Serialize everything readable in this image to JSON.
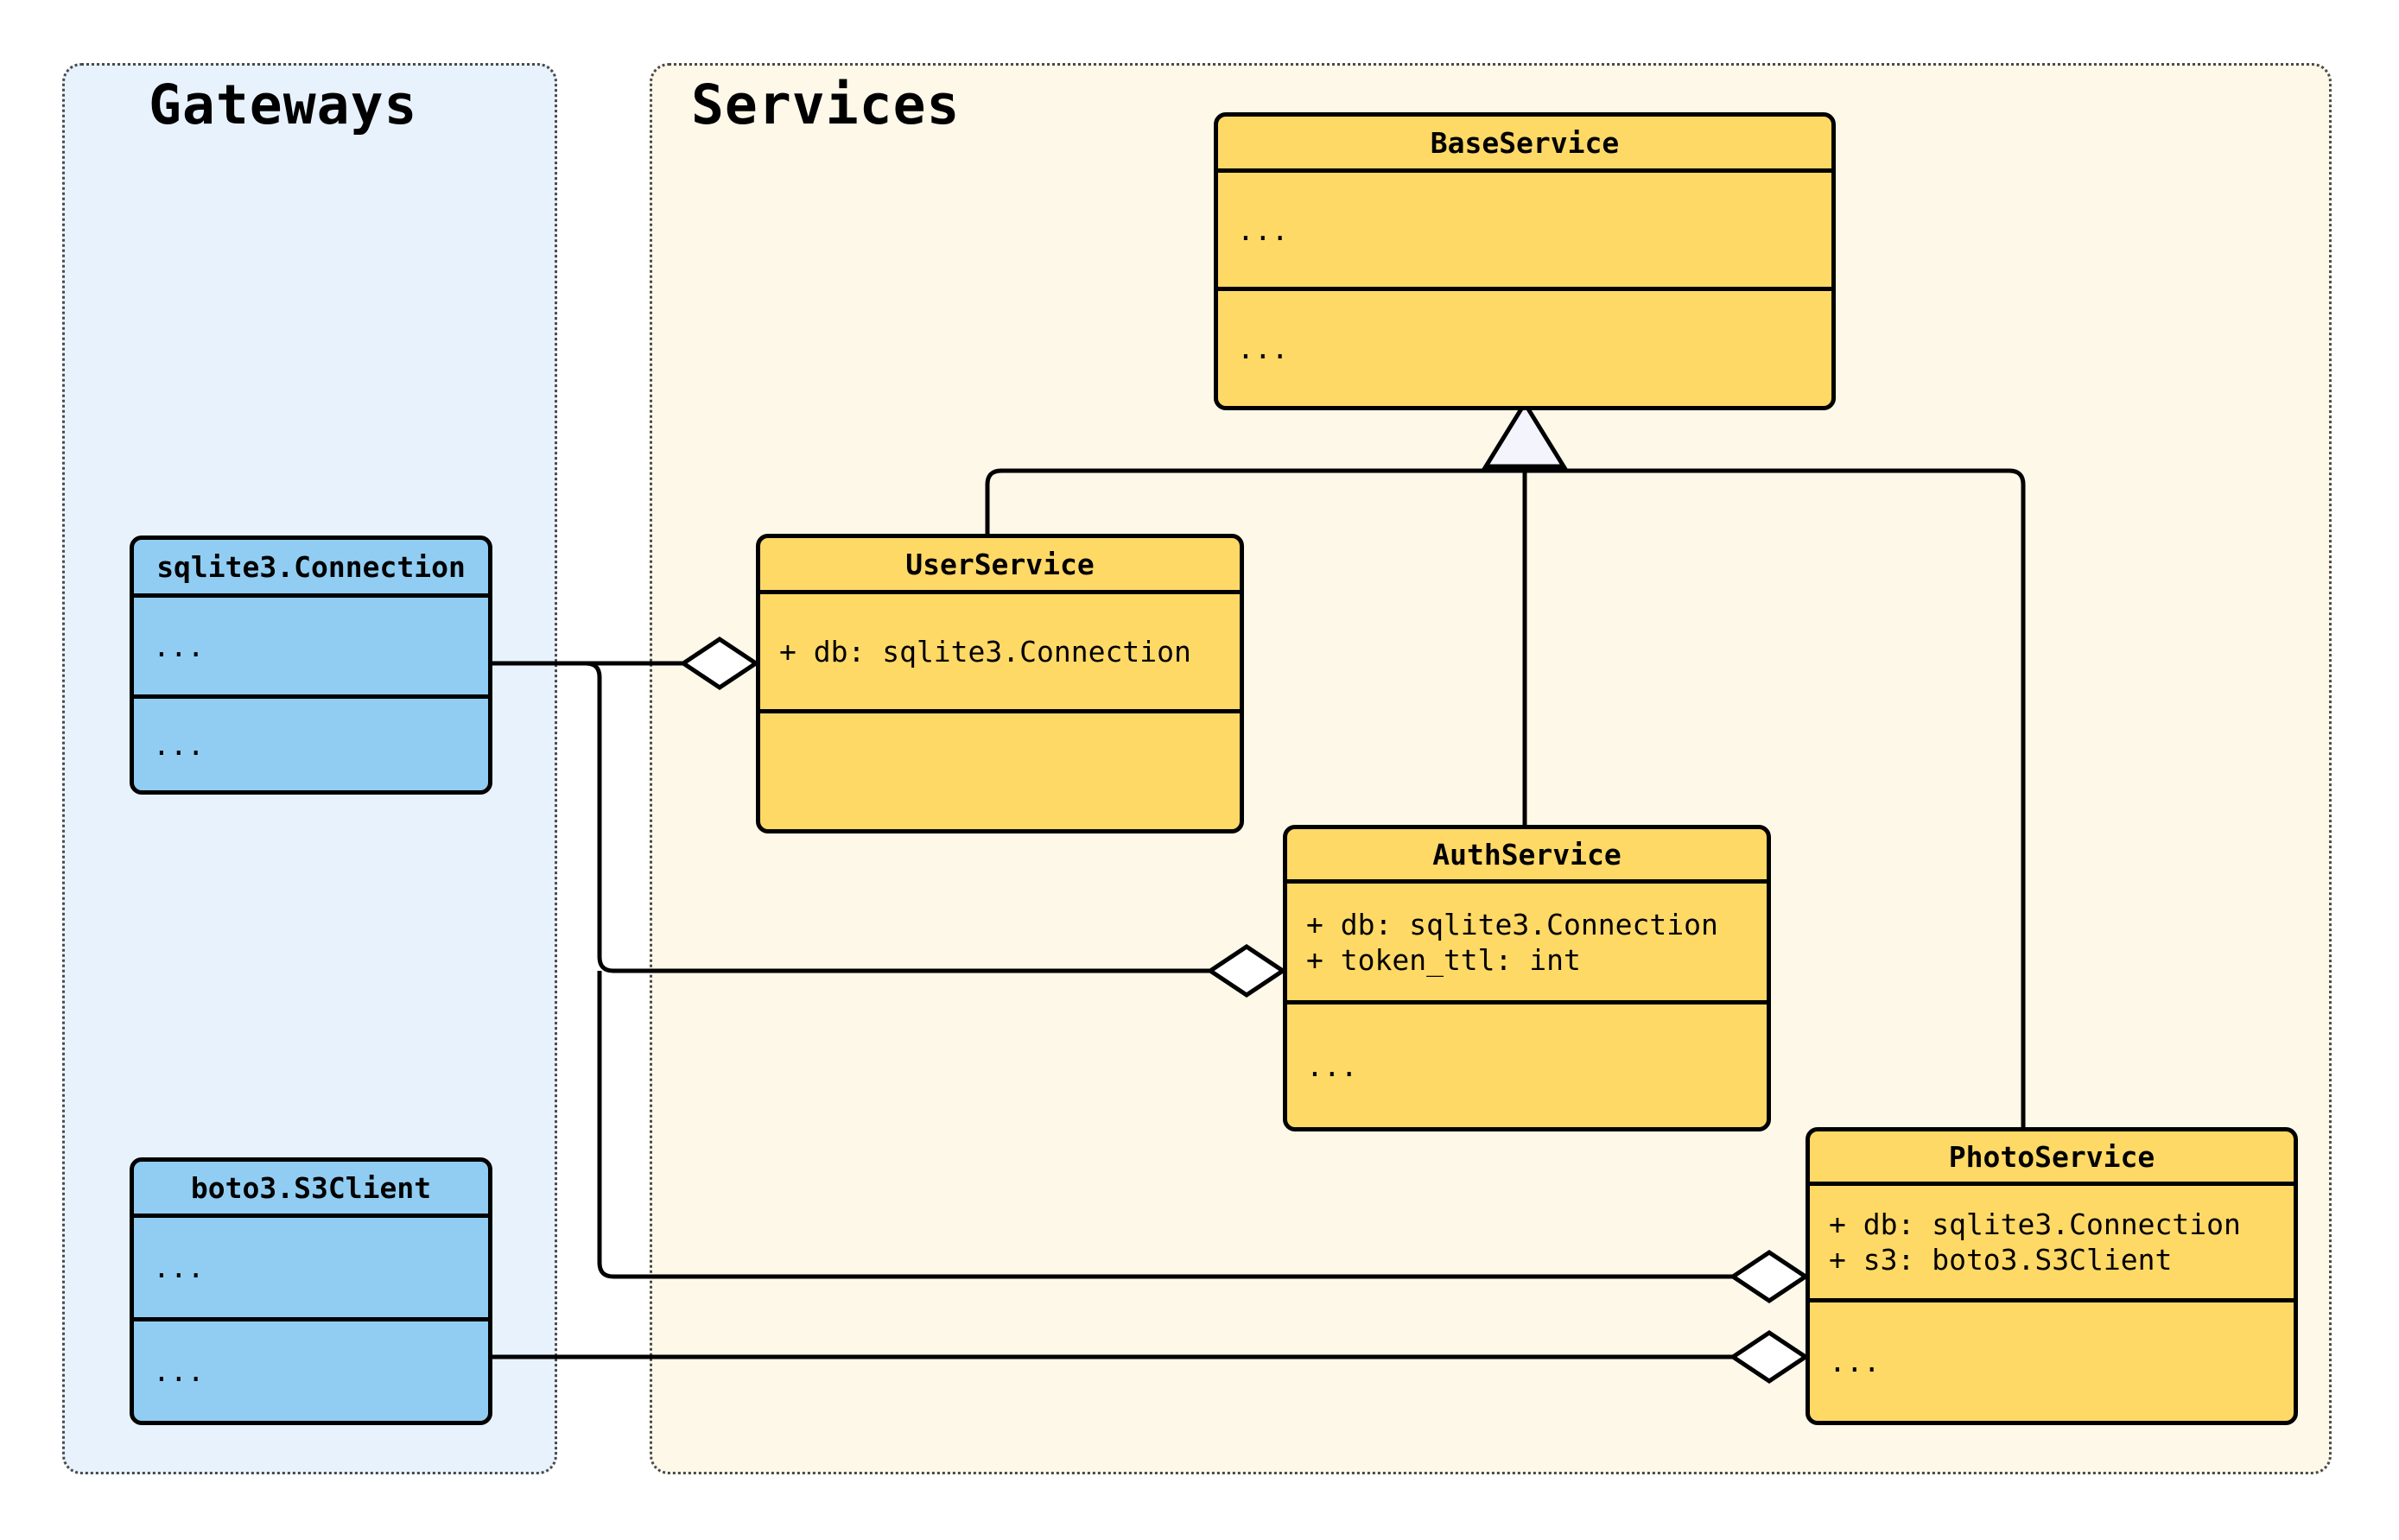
{
  "diagram": {
    "kind": "uml-class-diagram",
    "packages": [
      {
        "id": "gateways",
        "title": "Gateways",
        "fill": "#e8f2fd",
        "border": "#4a4a4a"
      },
      {
        "id": "services",
        "title": "Services",
        "fill": "#fdf8e8",
        "border": "#4a4a4a"
      }
    ],
    "colors": {
      "gateway_class_fill": "#91cdf2",
      "service_class_fill": "#ffd966",
      "stroke": "#000000",
      "arrow_fill": "#ffffff"
    }
  },
  "classes": {
    "sqlite_connection": {
      "name": "sqlite3.Connection",
      "attributes": "...",
      "methods": "...",
      "package": "Gateways"
    },
    "boto3_s3client": {
      "name": "boto3.S3Client",
      "attributes": "...",
      "methods": "...",
      "package": "Gateways"
    },
    "base_service": {
      "name": "BaseService",
      "attributes": "...",
      "methods": "...",
      "package": "Services"
    },
    "user_service": {
      "name": "UserService",
      "attributes": "+ db: sqlite3.Connection",
      "methods": "",
      "package": "Services"
    },
    "auth_service": {
      "name": "AuthService",
      "attributes": "+ db: sqlite3.Connection\n+ token_ttl: int",
      "methods": "...",
      "package": "Services"
    },
    "photo_service": {
      "name": "PhotoService",
      "attributes": "+ db: sqlite3.Connection\n+ s3: boto3.S3Client",
      "methods": "...",
      "package": "Services"
    }
  },
  "relationships": [
    {
      "type": "generalization",
      "from": "UserService",
      "to": "BaseService",
      "marker": "hollow-triangle"
    },
    {
      "type": "generalization",
      "from": "AuthService",
      "to": "BaseService",
      "marker": "hollow-triangle"
    },
    {
      "type": "generalization",
      "from": "PhotoService",
      "to": "BaseService",
      "marker": "hollow-triangle"
    },
    {
      "type": "aggregation",
      "from": "UserService",
      "to": "sqlite3.Connection",
      "marker": "hollow-diamond"
    },
    {
      "type": "aggregation",
      "from": "AuthService",
      "to": "sqlite3.Connection",
      "marker": "hollow-diamond"
    },
    {
      "type": "aggregation",
      "from": "PhotoService",
      "to": "sqlite3.Connection",
      "marker": "hollow-diamond"
    },
    {
      "type": "aggregation",
      "from": "PhotoService",
      "to": "boto3.S3Client",
      "marker": "hollow-diamond"
    }
  ]
}
